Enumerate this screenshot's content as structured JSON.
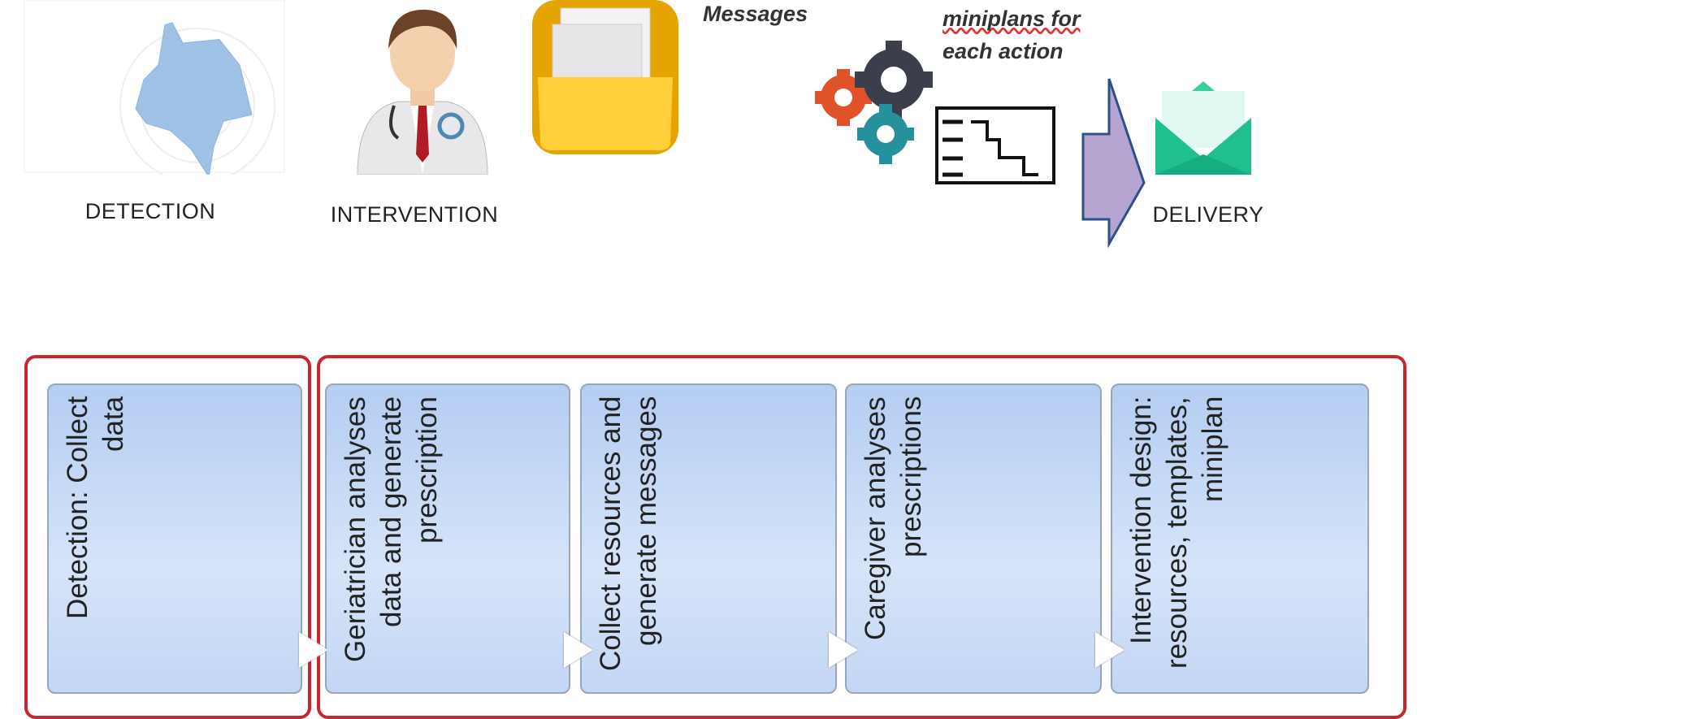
{
  "top": {
    "detection_label": "DETECTION",
    "intervention_label": "INTERVENTION",
    "delivery_label": "DELIVERY",
    "messages_text": "Messages",
    "miniplans_line1": "miniplans for",
    "miniplans_line2": "each action"
  },
  "steps": [
    {
      "text": "Detection: Collect data"
    },
    {
      "text": "Geriatrician analyses data and generate prescription"
    },
    {
      "text": "Collect resources and generate messages"
    },
    {
      "text": "Caregiver analyses prescriptions"
    },
    {
      "text": "Intervention design: resources, templates, miniplan"
    }
  ],
  "colors": {
    "frame": "#c8262c",
    "box": "#b4cdf2",
    "arrow": "#b6a4d0",
    "envelope": "#1fbf8f"
  }
}
